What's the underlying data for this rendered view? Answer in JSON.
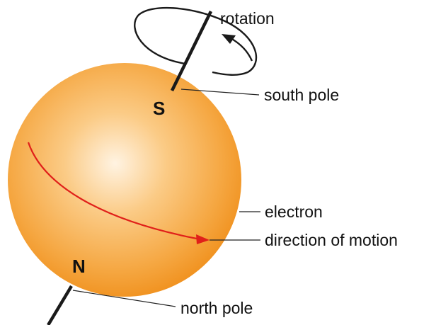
{
  "labels": {
    "rotation": "rotation",
    "south_pole": "south pole",
    "electron": "electron",
    "direction_of_motion": "direction of motion",
    "north_pole": "north pole"
  },
  "poles": {
    "south": "S",
    "north": "N"
  },
  "colors": {
    "sphere_center": "#fff3e2",
    "sphere_mid": "#f8b95e",
    "sphere_edge": "#f08c15",
    "motion_arrow": "#e0201a",
    "axis": "#1a1a1a"
  },
  "icons": {
    "rotation_arrow": "curved-arrow-icon",
    "motion_arrow": "arrow-icon"
  }
}
